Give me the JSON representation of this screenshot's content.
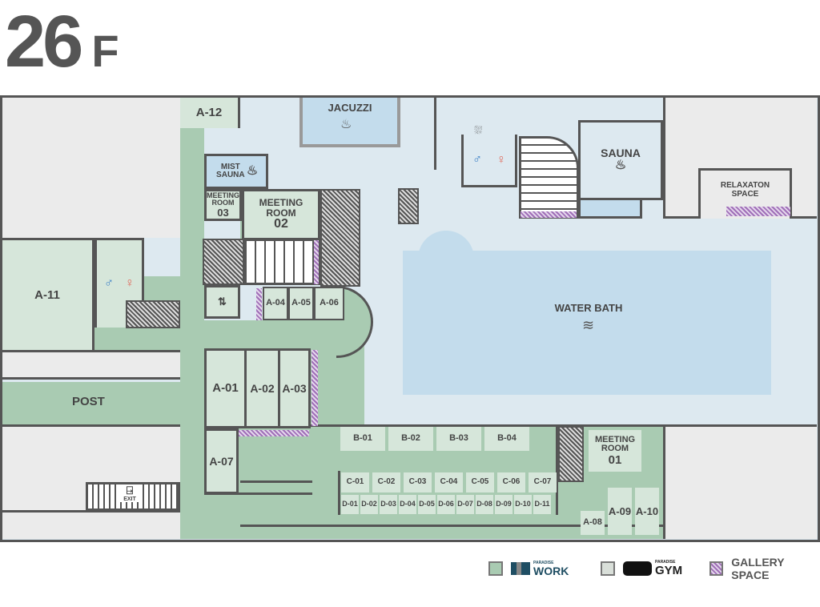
{
  "floor": {
    "number": "26",
    "suffix": "F"
  },
  "areas": {
    "jacuzzi": "JACUZZI",
    "mist_sauna": "MIST SAUNA",
    "sauna": "SAUNA",
    "relaxation": "RELAXATON SPACE",
    "water_bath": "WATER BATH",
    "post": "POST",
    "exit": "EXIT",
    "meeting_room_01": {
      "line1": "MEETING ROOM",
      "num": "01"
    },
    "meeting_room_02": {
      "line1": "MEETING ROOM",
      "num": "02"
    },
    "meeting_room_03": {
      "line1": "MEETING ROOM",
      "num": "03"
    }
  },
  "rooms": {
    "a01": "A-01",
    "a02": "A-02",
    "a03": "A-03",
    "a04": "A-04",
    "a05": "A-05",
    "a06": "A-06",
    "a07": "A-07",
    "a08": "A-08",
    "a09": "A-09",
    "a10": "A-10",
    "a11": "A-11",
    "a12": "A-12"
  },
  "b_rooms": [
    "B-01",
    "B-02",
    "B-03",
    "B-04"
  ],
  "c_rooms": [
    "C-01",
    "C-02",
    "C-03",
    "C-04",
    "C-05",
    "C-06",
    "C-07"
  ],
  "d_rooms": [
    "D-01",
    "D-02",
    "D-03",
    "D-04",
    "D-05",
    "D-06",
    "D-07",
    "D-08",
    "D-09",
    "D-10",
    "D-11"
  ],
  "legend": {
    "work_small": "PARADISE",
    "work": "WORK",
    "gym_small": "PARADISE",
    "gym": "GYM",
    "gallery": "GALLERY SPACE"
  },
  "colors": {
    "work": "#a9cbb2",
    "gym": "#d9dfd9",
    "gallery": "#a070b8",
    "water": "#c3dcec",
    "wall": "#555555"
  }
}
